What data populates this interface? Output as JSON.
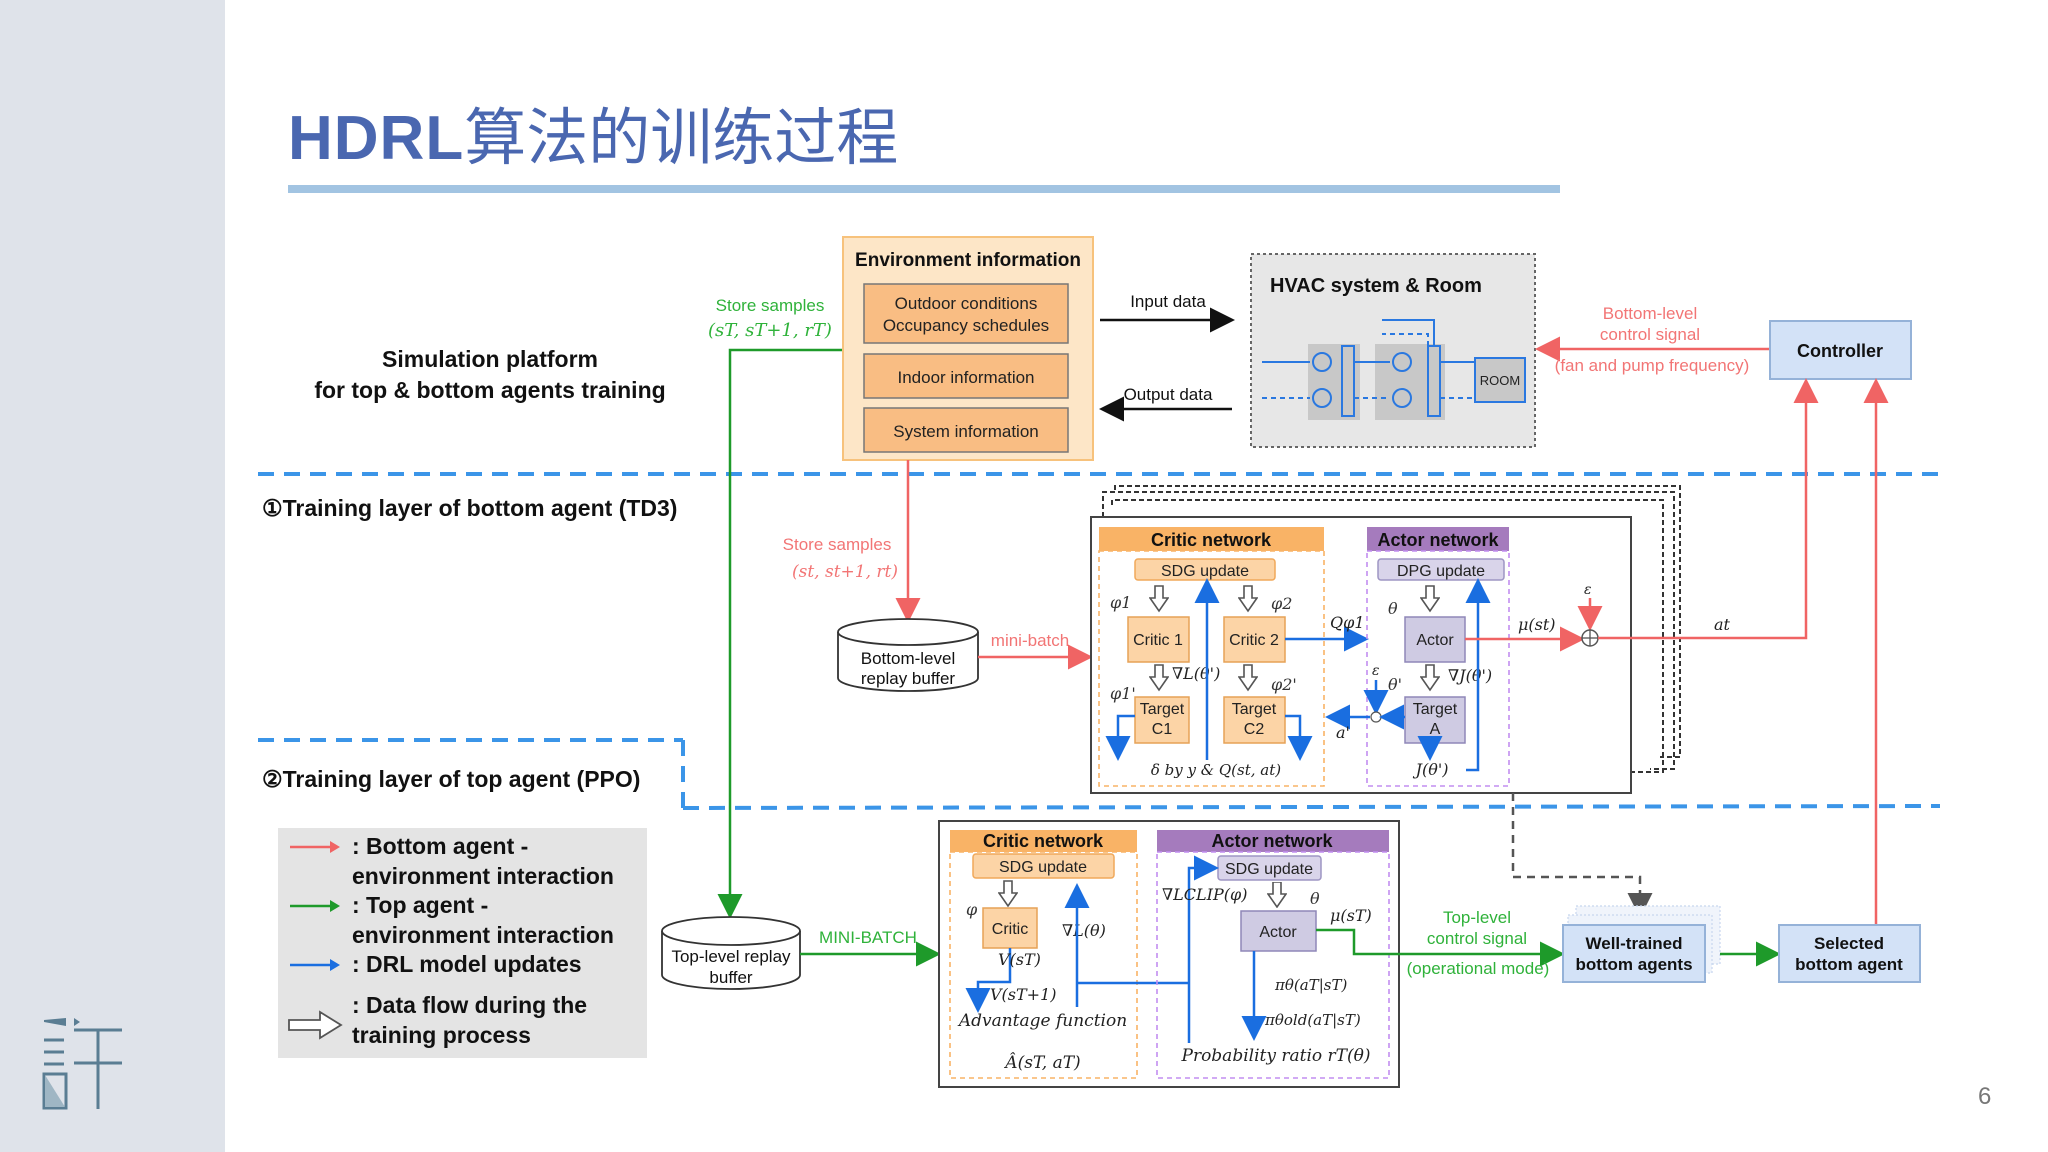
{
  "slide": {
    "title_latin": "HDRL",
    "title_cjk": "算法的训练过程",
    "page_number": "6",
    "logo": "xu-character-logo"
  },
  "colors": {
    "title": "#4a67b0",
    "underline": "#a2c4e2",
    "sidebar": "#dfe3ea",
    "bottom_agent_red": "#f06464",
    "top_agent_green": "#1e9a2a",
    "update_blue": "#1a6ee0",
    "critic_orange": "#f9b366",
    "actor_purple": "#a57bbd",
    "controller_blue": "#d3e2f7"
  },
  "diagram": {
    "simulation_label_line1": "Simulation platform",
    "simulation_label_line2": "for top & bottom agents training",
    "store_samples_top": "Store samples",
    "store_samples_top_math": "(sT, sT+1, rT)",
    "environment": {
      "title": "Environment information",
      "items": [
        "Outdoor conditions",
        "Occupancy schedules",
        "Indoor information",
        "System information"
      ]
    },
    "input_data": "Input data",
    "output_data": "Output data",
    "hvac": {
      "title": "HVAC system & Room",
      "room": "ROOM"
    },
    "bottom_control_line1": "Bottom-level",
    "bottom_control_line2": "control signal",
    "bottom_control_line3": "(fan and pump frequency)",
    "controller": "Controller",
    "layer1_label": "①Training layer of bottom agent (TD3)",
    "layer2_label": "②Training layer of top agent (PPO)",
    "store_samples_bottom": "Store samples",
    "store_samples_bottom_math": "(st, st+1, rt)",
    "bottom_buffer_line1": "Bottom-level",
    "bottom_buffer_line2": "replay buffer",
    "mini_batch": "mini-batch",
    "td3": {
      "critic_header": "Critic network",
      "actor_header": "Actor network",
      "sdg_update": "SDG update",
      "dpg_update": "DPG update",
      "critic1": "Critic 1",
      "critic2": "Critic 2",
      "target_c1_l1": "Target",
      "target_c1_l2": "C1",
      "target_c2_l1": "Target",
      "target_c2_l2": "C2",
      "actor": "Actor",
      "target_a_l1": "Target",
      "target_a_l2": "A",
      "phi1": "φ1",
      "phi2": "φ2",
      "phi1p": "φ1'",
      "phi2p": "φ2'",
      "theta": "θ",
      "thetap": "θ'",
      "grad_L": "∇L(θ')",
      "grad_J": "∇J(θ')",
      "q_phi": "Qφ1",
      "mu_st": "μ(st)",
      "epsilon": "ε",
      "a_prime": "a'",
      "a_t": "at",
      "j_theta": "J(θ')",
      "delta": "δ by y & Q(st, at)"
    },
    "top_buffer_line1": "Top-level replay",
    "top_buffer_line2": "buffer",
    "mini_batch_upper": "MINI-BATCH",
    "ppo": {
      "critic_header": "Critic network",
      "actor_header": "Actor network",
      "critic_sdg": "SDG update",
      "actor_sdg": "SDG update",
      "critic": "Critic",
      "actor": "Actor",
      "phi": "φ",
      "theta": "θ",
      "grad_L": "∇L(θ)",
      "grad_clip": "∇LCLIP(φ)",
      "v_st": "V(sT)",
      "v_st1": "V(sT+1)",
      "advantage": "Advantage function",
      "a_hat": "Â(sT, aT)",
      "mu_st": "μ(sT)",
      "pi_theta": "πθ(aT|sT)",
      "pi_old": "πθold(aT|sT)",
      "ratio": "Probability ratio rT(θ)"
    },
    "top_control_line1": "Top-level",
    "top_control_line2": "control signal",
    "top_control_line3": "(operational mode)",
    "well_trained_line1": "Well-trained",
    "well_trained_line2": "bottom agents",
    "selected_line1": "Selected",
    "selected_line2": "bottom agent"
  },
  "legend": {
    "items": [
      {
        "color": "#f06464",
        "type": "arrow",
        "line1": ": Bottom agent -",
        "line2": "environment interaction"
      },
      {
        "color": "#1e9a2a",
        "type": "arrow",
        "line1": ": Top agent -",
        "line2": "environment interaction"
      },
      {
        "color": "#1a6ee0",
        "type": "arrow",
        "line1": ": DRL model updates",
        "line2": ""
      },
      {
        "color": "#555555",
        "type": "hollow-arrow",
        "line1": ": Data flow during the",
        "line2": "training process"
      }
    ]
  }
}
